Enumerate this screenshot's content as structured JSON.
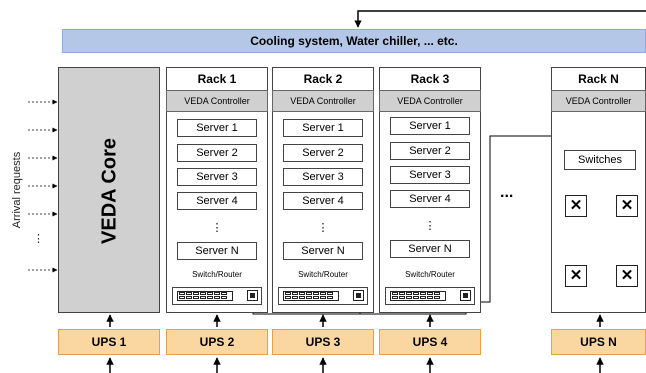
{
  "cooling": {
    "label": "Cooling system, Water chiller, ... etc."
  },
  "core": {
    "label": "VEDA Core"
  },
  "arrival": {
    "label": "Arrival requests",
    "dots": "⋮"
  },
  "racks": [
    {
      "title": "Rack 1",
      "controller": "VEDA Controller",
      "servers": [
        "Server 1",
        "Server 2",
        "Server 3",
        "Server 4"
      ],
      "dots": "⋮",
      "last_server": "Server N",
      "switch_label": "Switch/Router"
    },
    {
      "title": "Rack 2",
      "controller": "VEDA Controller",
      "servers": [
        "Server 1",
        "Server 2",
        "Server 3",
        "Server 4"
      ],
      "dots": "⋮",
      "last_server": "Server N",
      "switch_label": "Switch/Router"
    },
    {
      "title": "Rack 3",
      "controller": "VEDA Controller",
      "servers": [
        "Server 1",
        "Server 2",
        "Server 3",
        "Server 4"
      ],
      "dots": "⋮",
      "last_server": "Server N",
      "switch_label": "Switch/Router"
    }
  ],
  "rack_n": {
    "title": "Rack N",
    "controller": "VEDA Controller",
    "switches": "Switches"
  },
  "ellipsis": "...",
  "ups": [
    "UPS 1",
    "UPS 2",
    "UPS 3",
    "UPS 4",
    "UPS N"
  ]
}
